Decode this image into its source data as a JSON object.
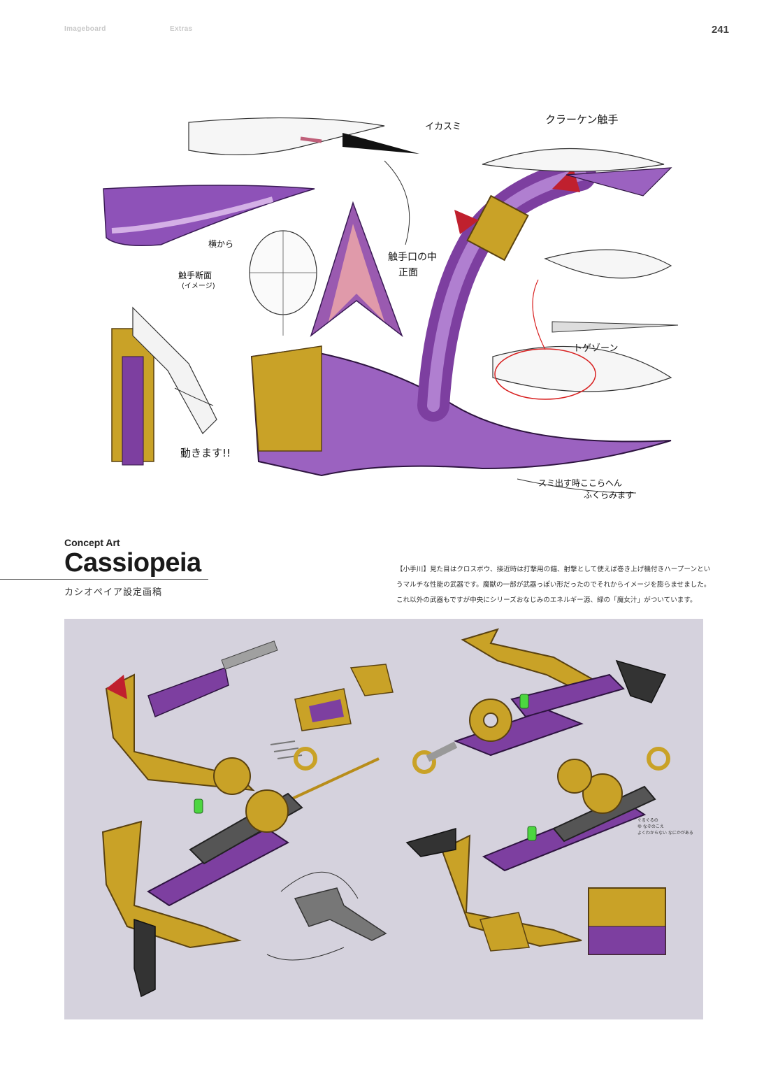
{
  "header": {
    "left_label": "Imageboard",
    "mid_label": "Extras",
    "page_number": "241"
  },
  "sketch": {
    "annotations": {
      "ink": "イカスミ",
      "kraken": "クラーケン触手",
      "side": "横から",
      "cross_section": "触手断面",
      "cross_section_note": "(イメージ)",
      "mouth_front_1": "触手口の中",
      "mouth_front_2": "正面",
      "spike": "トゲゾーン",
      "moves": "動きます!!",
      "ink_note_1": "スミ出す時ここらへん",
      "ink_note_2": "ふくらみます"
    }
  },
  "section": {
    "kicker": "Concept Art",
    "title": "Cassiopeia",
    "subtitle": "カシオペイア設定画稿"
  },
  "description": {
    "line1": "【小手川】見た目はクロスボウ、接近時は打撃用の錨、射撃として使えば巻き上げ機付きハープーンとい",
    "line2": "うマルチな性能の武器です。魔獣の一部が武器っぽい形だったのでそれからイメージを膨らませました。",
    "line3": "これ以外の武器もですが中央にシリーズおなじみのエネルギー源、緑の「魔女汁」がついています。"
  },
  "concept": {
    "note_1": "ぐるぐるの",
    "note_2": "ゆ  なぞのこえ",
    "note_3": "よくわからない  なにかがある"
  },
  "colors": {
    "purple": "#7d3fa0",
    "purple_light": "#b07fd0",
    "gold": "#c9a227",
    "gold_dark": "#8a6a12",
    "red": "#c0202e",
    "panel_bg": "#d5d2dd",
    "green": "#4cd640"
  }
}
